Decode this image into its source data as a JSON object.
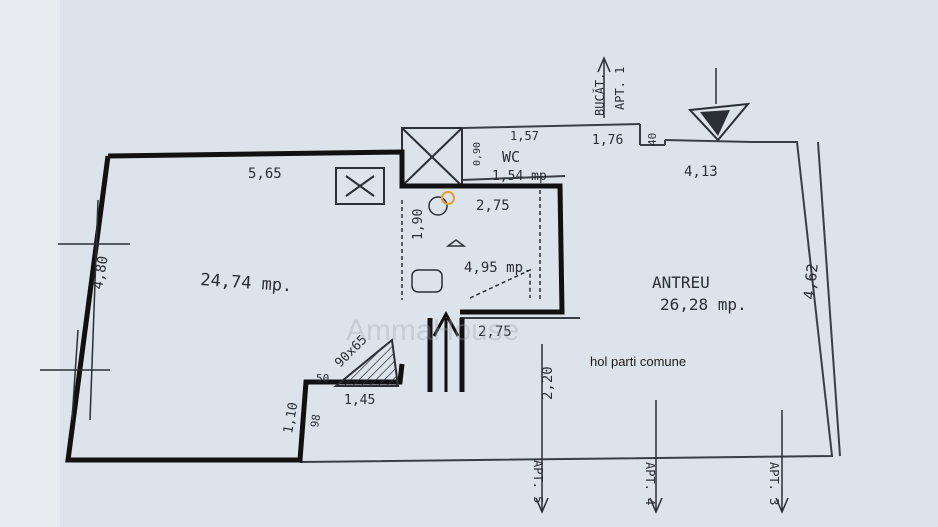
{
  "rooms": {
    "main_room": {
      "area": "24,74 mp."
    },
    "wc": {
      "name": "WC",
      "area": "1,54 mp"
    },
    "middle_room": {
      "area": "4,95 mp."
    },
    "antreu": {
      "name": "ANTREU",
      "area": "26,28 mp."
    }
  },
  "dimensions": {
    "top_left": "5,65",
    "left_side": "4,80",
    "wc_width": "1,57",
    "top_small": "1,76",
    "top_small_side": "40",
    "right_top": "4,13",
    "right_side": "4,62",
    "middle_top": "2,75",
    "middle_side": "1,90",
    "middle_bottom": "2,75",
    "wc_side": "0,90",
    "bottom_door": "90x65",
    "bottom_step": "50",
    "bottom_small": "1,45",
    "bottom_left_a": "1,10",
    "bottom_left_b": "98",
    "corridor": "2,20"
  },
  "arrow_labels": {
    "top_a": "BUCĂT.",
    "top_b": "APT. 1",
    "bottom_a": "APT. 5",
    "bottom_b": "APT. 4",
    "bottom_c": "APT. 3"
  },
  "annotation": "hol parti comune",
  "watermark": "AmmaHouse",
  "colors": {
    "background": "#dde3ea",
    "ink": "#2b2f36",
    "wall": "#111111",
    "accent": "#e0a030"
  }
}
